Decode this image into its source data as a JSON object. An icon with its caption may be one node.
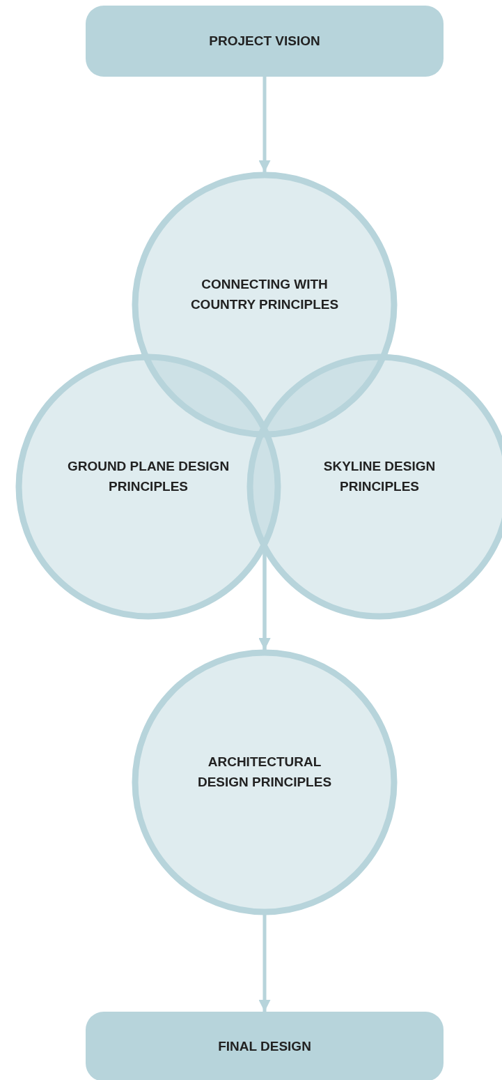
{
  "diagram": {
    "nodes": [
      {
        "text": [
          "PROJECT VISION"
        ]
      },
      {
        "text": [
          "CONNECTING WITH COUNTRY PRINCIPLES"
        ]
      },
      {
        "text": [
          "GROUND PLANE DESIGN PRINCIPLES"
        ]
      },
      {
        "text": [
          "SKYLINE DESIGN PRINCIPLES"
        ]
      },
      {
        "text": [
          "ARCHITECTURAL DESIGN PRINCIPLES"
        ]
      },
      {
        "text": [
          "FINAL DESIGN"
        ]
      }
    ],
    "edges": [
      {
        "from": 0,
        "to": 1,
        "arrow": "to"
      },
      {
        "from": 2,
        "to": 4,
        "arrow": "to"
      },
      {
        "from": 3,
        "to": 4,
        "arrow": "to"
      },
      {
        "from": 4,
        "to": 5,
        "arrow": "to"
      }
    ]
  }
}
